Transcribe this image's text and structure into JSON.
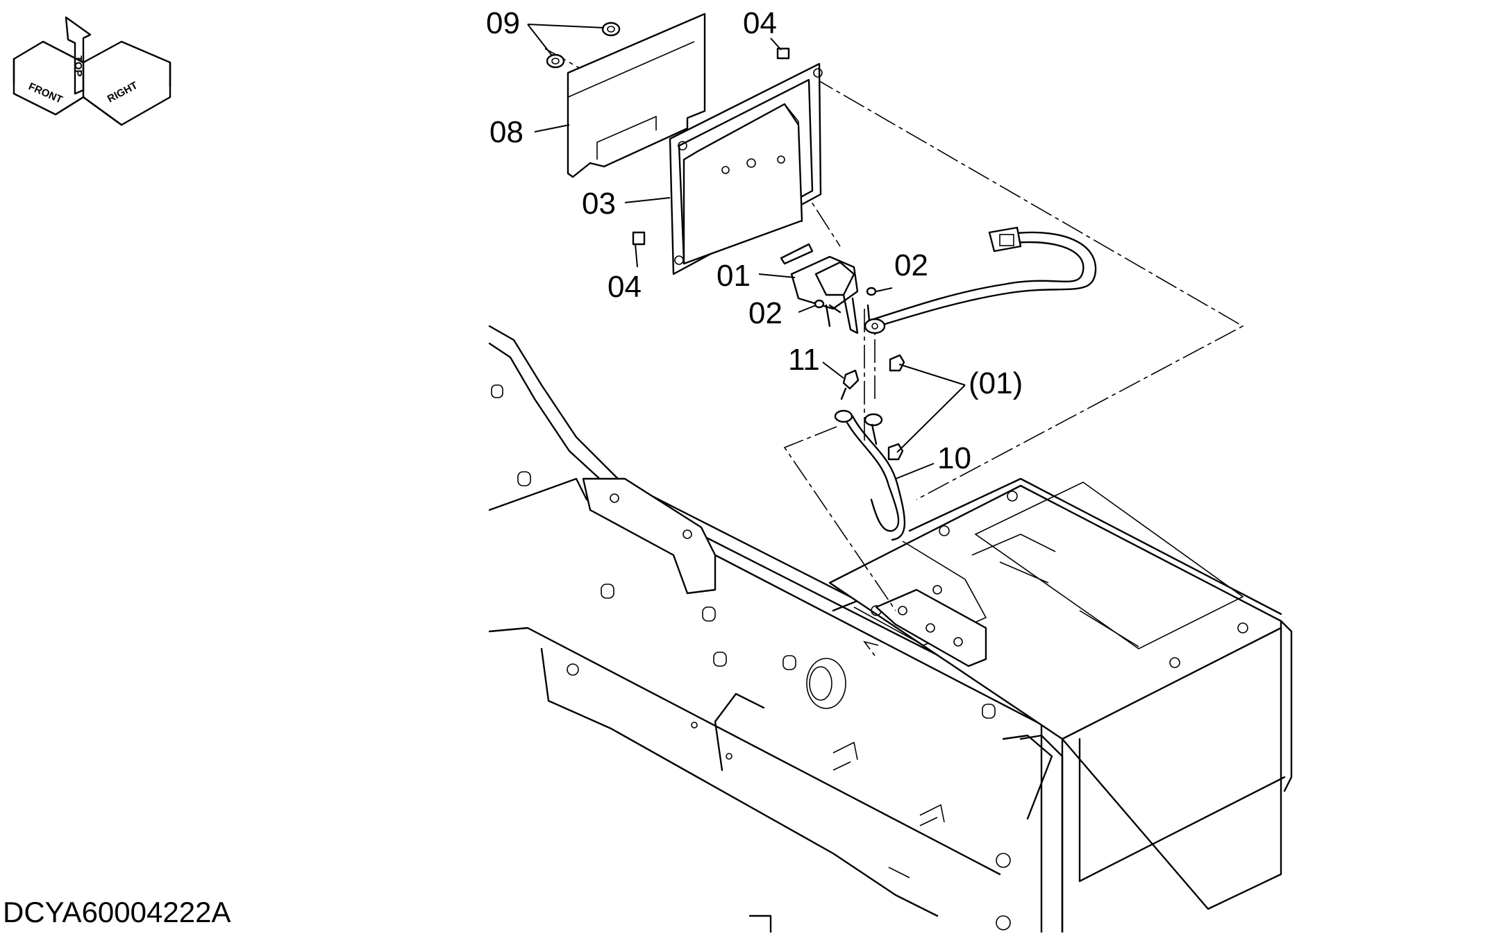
{
  "drawing_code": "DCYA60004222A",
  "orientation_icon": {
    "front": "FRONT",
    "top": "TOP",
    "right": "RIGHT"
  },
  "callouts": {
    "c09": "09",
    "c04_top": "04",
    "c08": "08",
    "c03": "03",
    "c04_left": "04",
    "c01": "01",
    "c02_right": "02",
    "c02_left": "02",
    "c11": "11",
    "c01_paren": "(01)",
    "c10": "10"
  }
}
